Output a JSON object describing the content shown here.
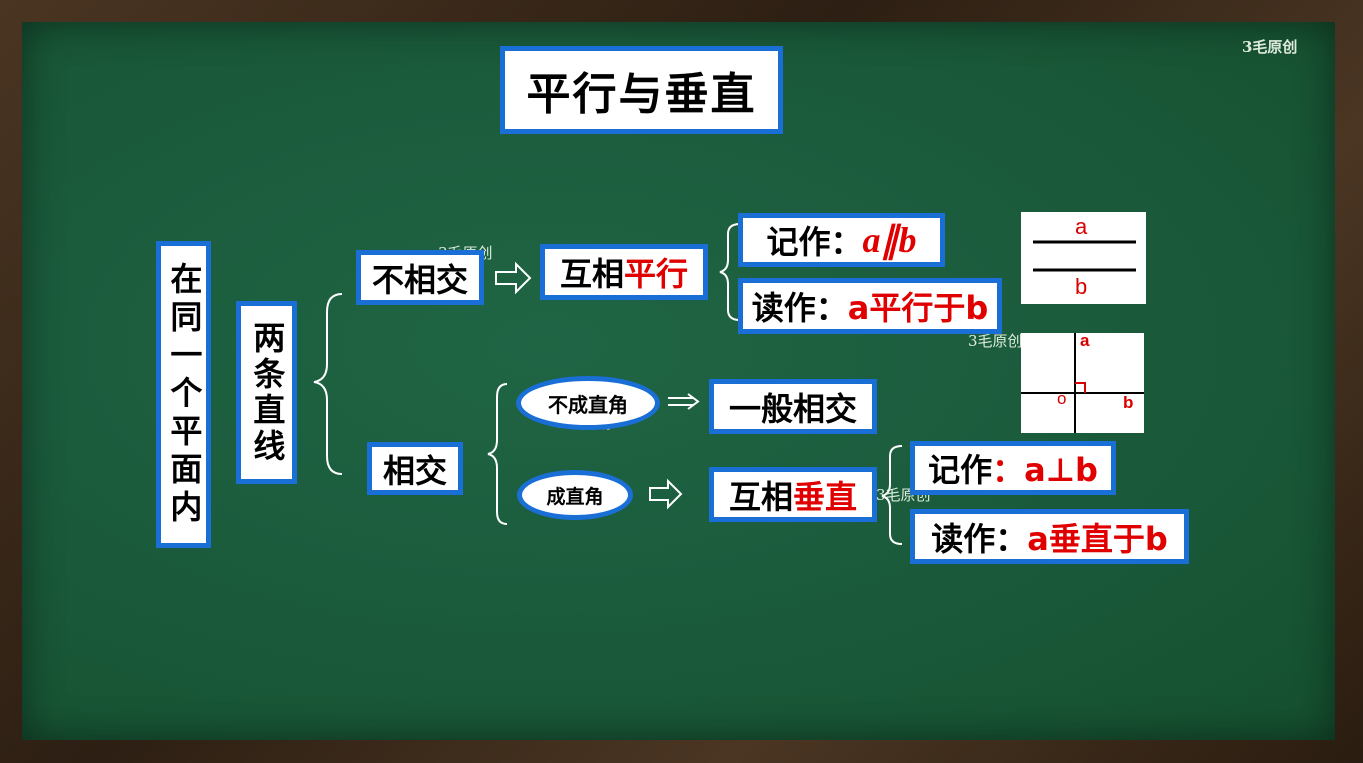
{
  "title": "平行与垂直",
  "watermark": "3毛原创",
  "left_label": "在同一个平面内",
  "lines_label": "两条直线",
  "not_intersect": "不相交",
  "parallel": {
    "prefix": "互相",
    "highlight": "平行"
  },
  "parallel_notation": {
    "label": "记作：",
    "value": "a∥b"
  },
  "parallel_reading": {
    "label": "读作：",
    "value": "a平行于b"
  },
  "intersect": "相交",
  "not_right_angle": "不成直角",
  "general_intersect": "一般相交",
  "right_angle": "成直角",
  "perpendicular": {
    "prefix": "互相",
    "highlight": "垂直"
  },
  "perp_notation": {
    "label": "记作",
    "value": "：a⊥b"
  },
  "perp_reading": {
    "label": "读作：",
    "value": "a垂直于b"
  },
  "figure_parallel": {
    "label_a": "a",
    "label_b": "b"
  },
  "figure_perp": {
    "label_a": "a",
    "label_o": "o",
    "label_b": "b"
  },
  "colors": {
    "border": "#1a6fd6",
    "highlight": "#e00000",
    "board": "#1b5c3d"
  }
}
